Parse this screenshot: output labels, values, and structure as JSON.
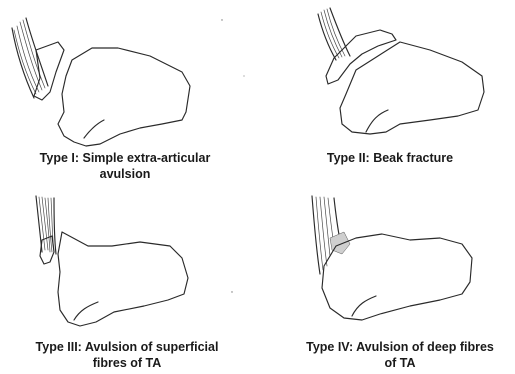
{
  "panels": [
    {
      "id": "type-1",
      "caption": "Type I: Simple extra-articular\navulsion"
    },
    {
      "id": "type-2",
      "caption": "Type II: Beak fracture"
    },
    {
      "id": "type-3",
      "caption": "Type III: Avulsion of superficial\nfibres of TA"
    },
    {
      "id": "type-4",
      "caption": "Type IV: Avulsion of deep fibres\nof TA"
    }
  ],
  "colors": {
    "ink": "#2a2a2a",
    "shade": "#cfcfcf",
    "background": "#ffffff"
  }
}
